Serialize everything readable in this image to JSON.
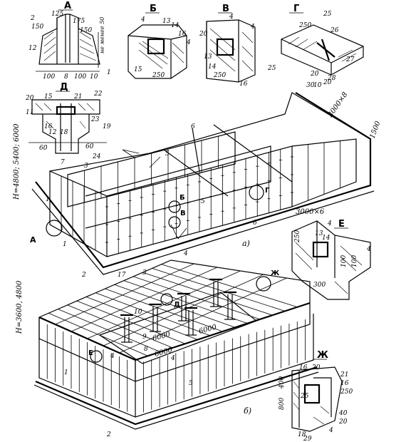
{
  "detail_labels": [
    "А",
    "Б",
    "В",
    "Г",
    "Д",
    "Е",
    "Ж"
  ],
  "figure_labels": {
    "top": "а)",
    "bottom": "б)"
  },
  "detail_A": {
    "dims": [
      "125",
      "175",
      "150",
      "150",
      "100",
      "8",
      "100",
      "10",
      "12",
      "не менее 50",
      "1",
      "2"
    ]
  },
  "detail_B": {
    "nums": [
      "4",
      "13",
      "14",
      "16",
      "15",
      "4",
      "250"
    ]
  },
  "detail_V": {
    "nums": [
      "4",
      "4",
      "20",
      "13",
      "14",
      "16",
      "250"
    ]
  },
  "detail_G": {
    "nums": [
      "250",
      "25",
      "26",
      "25",
      "27",
      "20",
      "28",
      "10",
      "20",
      "30"
    ]
  },
  "detail_D": {
    "nums": [
      "20",
      "15",
      "21",
      "22",
      "16",
      "12",
      "18",
      "23",
      "19",
      "60",
      "60",
      "24",
      "11"
    ]
  },
  "detail_E": {
    "nums": [
      "4",
      "13",
      "14",
      "250",
      "100",
      "100",
      "300",
      "4"
    ]
  },
  "detail_Zh": {
    "nums": [
      "16",
      "20",
      "21",
      "16",
      "250",
      "400",
      "800",
      "25",
      "40",
      "20",
      "18",
      "29",
      "4"
    ]
  },
  "top_plan": {
    "height_label": "H=4800; 5400; 6000",
    "dim_right": "3000×6",
    "dim_top": "3000×8",
    "dim_end": "1500",
    "callouts": [
      "1",
      "2",
      "3",
      "3",
      "4",
      "5",
      "5",
      "6",
      "6",
      "7",
      "1"
    ],
    "circle_marks": [
      "А",
      "Б",
      "В",
      "Г"
    ]
  },
  "bottom_plan": {
    "height_label": "H=3600, 4800",
    "spans": [
      "6000",
      "6000",
      "6000"
    ],
    "callouts": [
      "17",
      "10",
      "9",
      "8",
      "1",
      "2",
      "4",
      "4",
      "5"
    ],
    "circle_marks": [
      "Д",
      "Ж",
      "Е"
    ]
  }
}
